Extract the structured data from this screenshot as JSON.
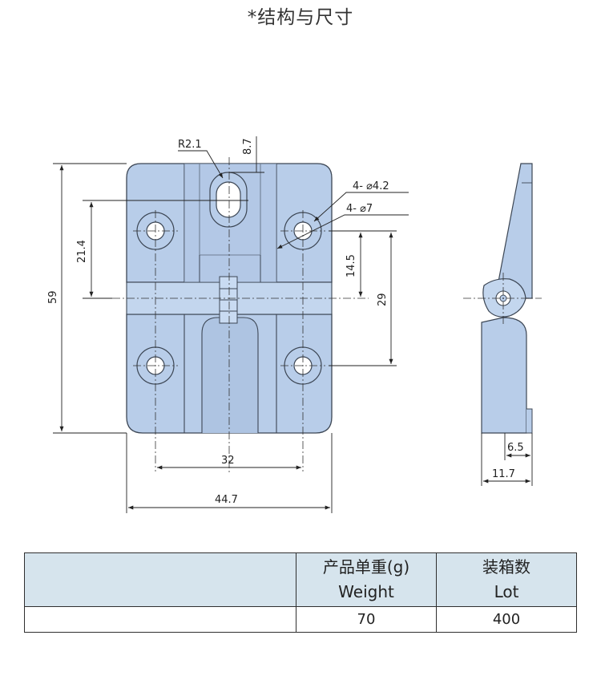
{
  "title": "*结构与尺寸",
  "colors": {
    "part_fill": "#b8cde9",
    "part_stroke": "#3c4654",
    "line": "#222222",
    "table_header_bg": "#d6e4ed"
  },
  "drawing": {
    "dimensions": {
      "r_slot": "R2.1",
      "slot_height": "8.7",
      "holes_small": "4- ⌀4.2",
      "holes_large": "4- ⌀7",
      "top_to_hole": "21.4",
      "hole_to_axis": "14.5",
      "total_height": "59",
      "hole_span_vertical": "29",
      "hole_span_horizontal": "32",
      "total_width": "44.7",
      "side_thickness": "6.5",
      "side_depth": "11.7"
    }
  },
  "table": {
    "headers": [
      {
        "line1": "",
        "line2": ""
      },
      {
        "line1": "产品单重(g)",
        "line2": "Weight"
      },
      {
        "line1": "装箱数",
        "line2": "Lot"
      }
    ],
    "rows": [
      {
        "model": "",
        "weight": "70",
        "lot": "400"
      }
    ]
  }
}
